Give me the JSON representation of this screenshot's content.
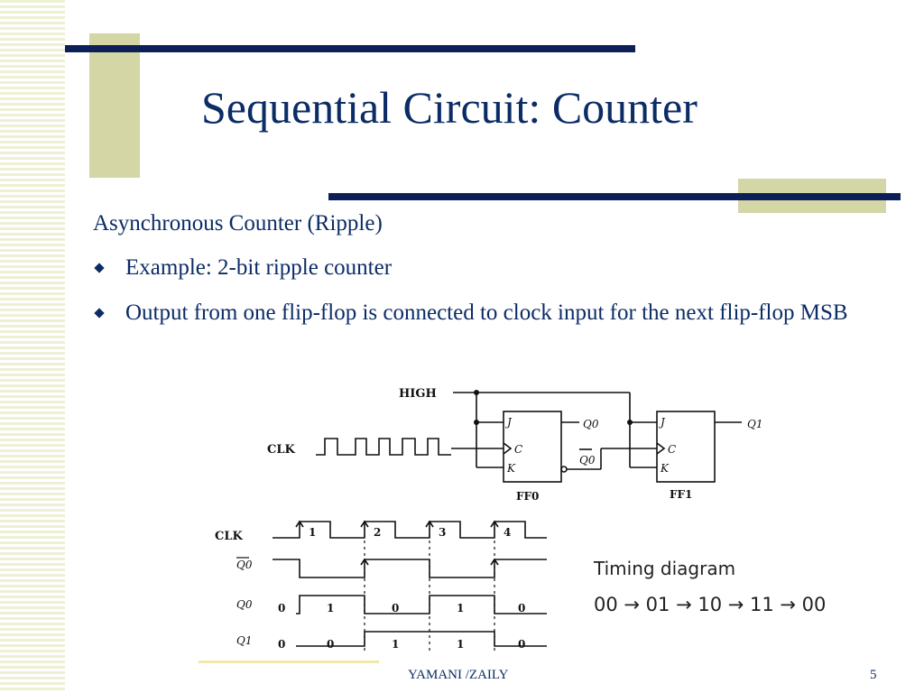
{
  "slide": {
    "title": "Sequential Circuit: Counter",
    "subheading": "Asynchronous Counter (Ripple)",
    "bullets": [
      "Example: 2-bit ripple counter",
      "Output from one flip-flop is connected to clock input for the next flip-flop MSB"
    ],
    "footer": "YAMANI /ZAILY",
    "page_number": "5"
  },
  "circuit": {
    "high_label": "HIGH",
    "clk_label": "CLK",
    "ff0_label": "FF0",
    "ff1_label": "FF1",
    "pin_j": "J",
    "pin_c": "C",
    "pin_k": "K",
    "q0_label": "Q0",
    "q0_bar_label": "Q0",
    "q1_label": "Q1"
  },
  "timing": {
    "title": "Timing diagram",
    "sequence": "00 → 01 → 10 → 11 → 00",
    "clk_label": "CLK",
    "q0_bar_label": "Q0",
    "q0_label": "Q0",
    "q1_label": "Q1",
    "pulses": [
      "1",
      "2",
      "3",
      "4"
    ],
    "q0_values": [
      "0",
      "1",
      "0",
      "1",
      "0"
    ],
    "q1_values": [
      "0",
      "0",
      "1",
      "1",
      "0"
    ]
  },
  "colors": {
    "navy": "#0c1f57",
    "text": "#0c2c66",
    "accent": "#d4d6a6"
  }
}
